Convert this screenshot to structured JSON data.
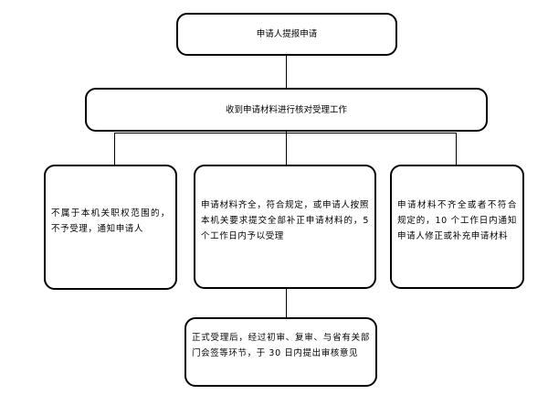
{
  "flowchart": {
    "nodes": {
      "apply": "申请人提报申请",
      "receive": "收到申请材料进行核对受理工作",
      "reject": "不属于本机关职权范围的，不予受理，通知申请人",
      "accept": "申请材料齐全，符合规定，或申请人按照本机关要求提交全部补正申请材料的，5 个工作日内予以受理",
      "supplement": "申请材料不齐全或者不符合规定的，10 个工作日内通知申请人修正或补充申请材料",
      "review": "正式受理后，经过初审、复审、与省有关部门会签等环节，于 30 日内提出审核意见"
    }
  }
}
